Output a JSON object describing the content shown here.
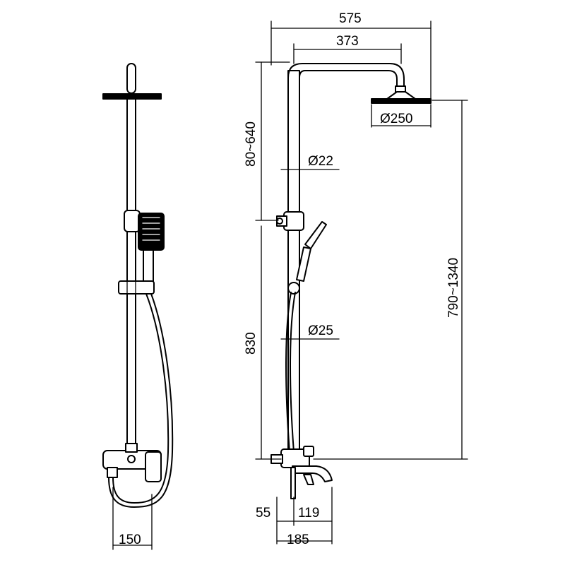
{
  "dimensions": {
    "overall_width": "575",
    "arm_reach": "373",
    "head_diameter": "Ø250",
    "upper_adjust": "80~640",
    "pipe_upper_diameter": "Ø22",
    "pipe_lower_diameter": "Ø25",
    "lower_height": "830",
    "head_height": "790~1340",
    "spout_small": "55",
    "spout_mid": "119",
    "spout_total": "185",
    "front_width": "150"
  }
}
